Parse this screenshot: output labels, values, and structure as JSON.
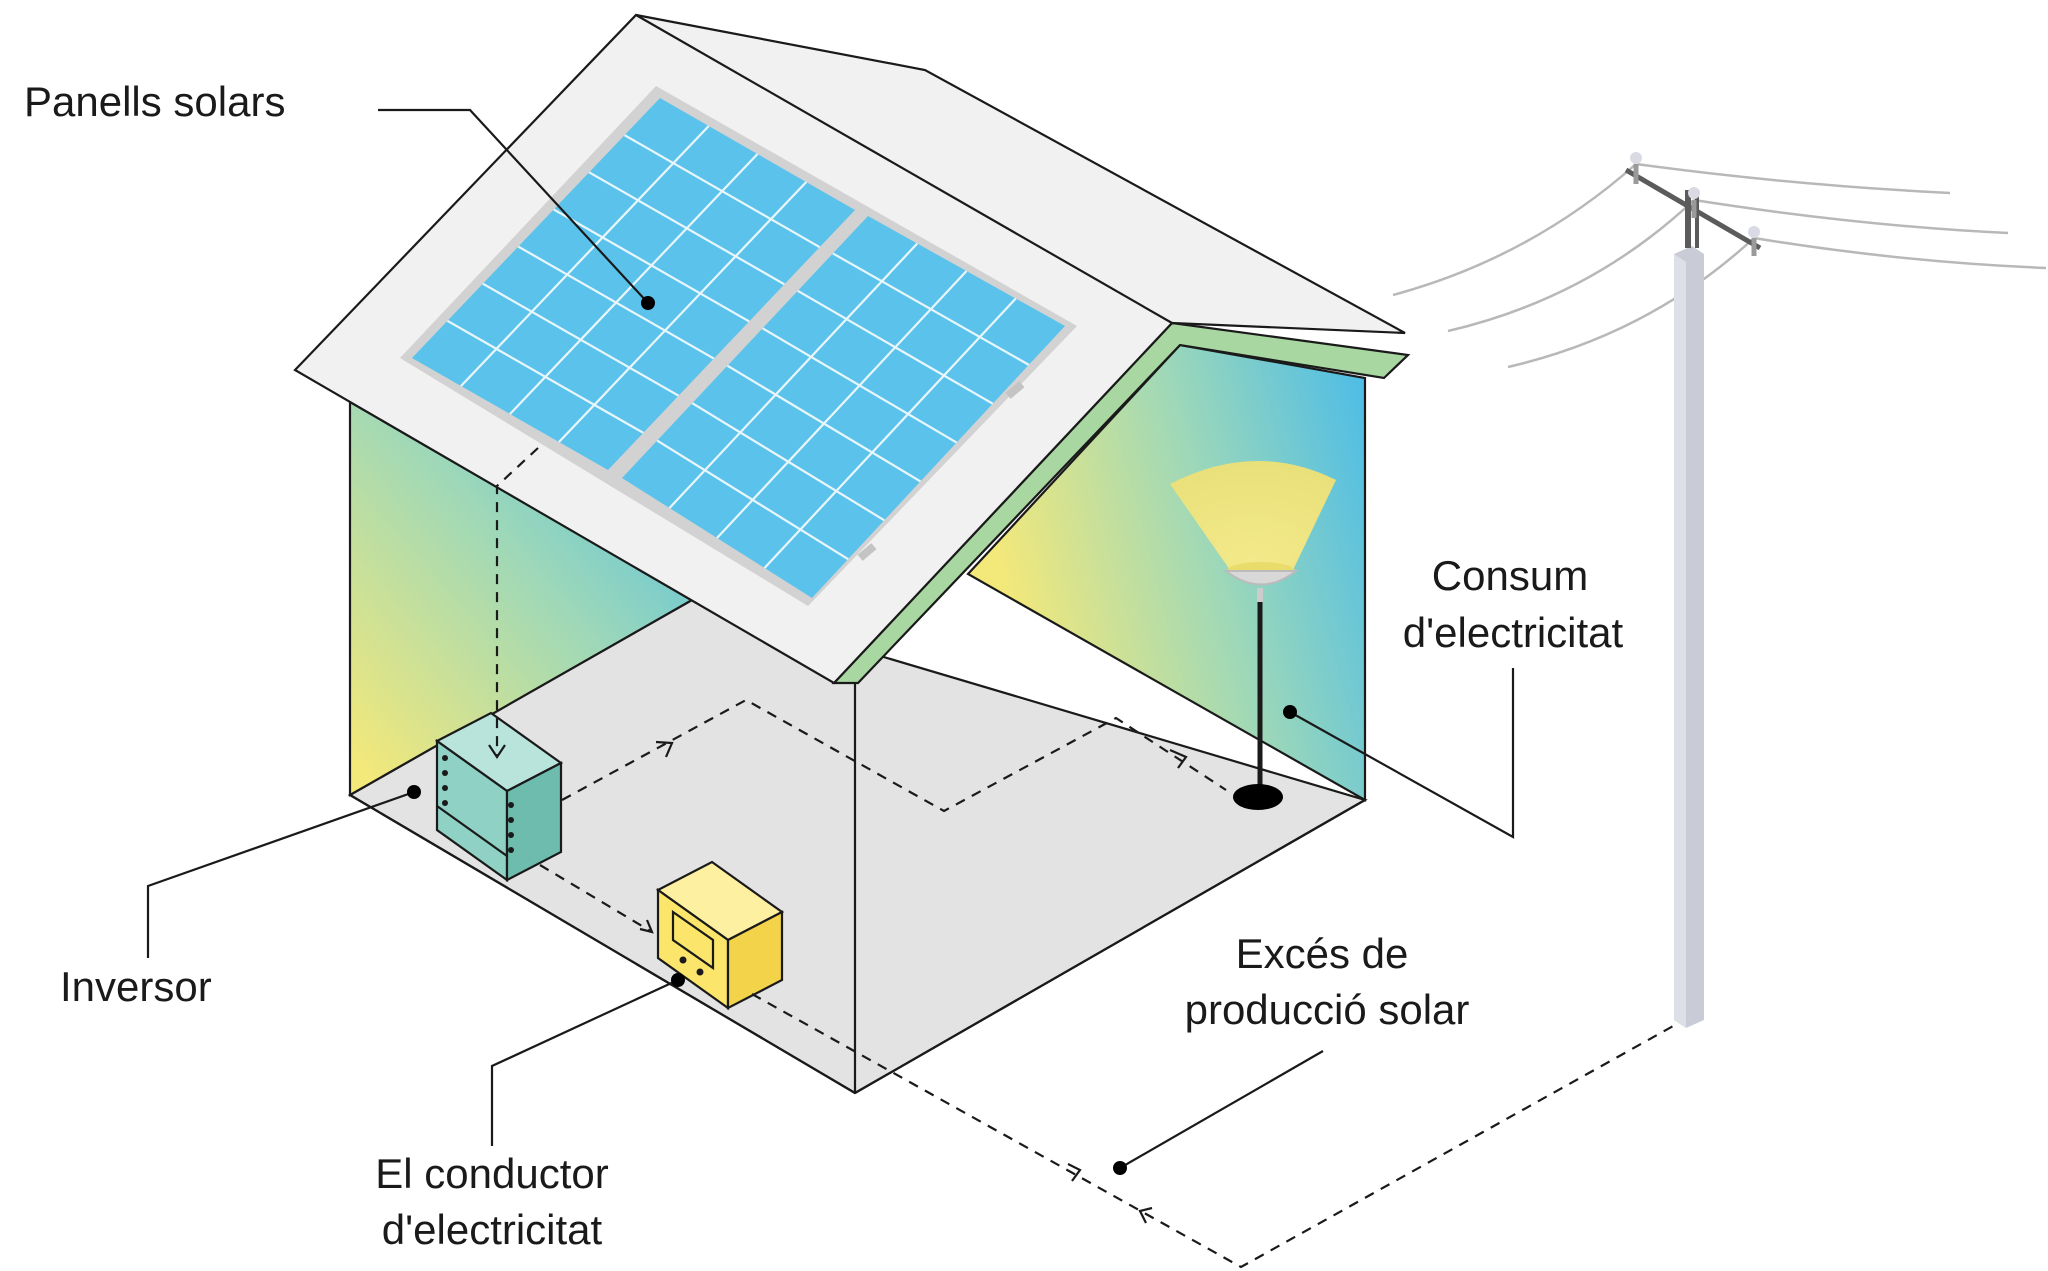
{
  "labels": {
    "panels": "Panells solars",
    "consumption_1": "Consum",
    "consumption_2": "d'electricitat",
    "inverter": "Inversor",
    "excess_1": "Excés de",
    "excess_2": "producció solar",
    "meter_1": "El conductor",
    "meter_2": "d'electricitat"
  },
  "colors": {
    "panel_cell": "#5bc3eb",
    "panel_frame": "#d0d0d0",
    "roof": "#f1f1f1",
    "floor": "#e3e3e3",
    "wall_yellow": "#f3e87a",
    "wall_blue": "#52c0e6",
    "gable_trim": "#a9d7a2",
    "inverter": "#8fd1c4",
    "meter": "#fbe56a",
    "pole": "#c9ccd6",
    "wires": "#b8b8b8"
  },
  "icons": [
    "solar-panel-icon",
    "inverter-box-icon",
    "electric-meter-icon",
    "floor-lamp-icon",
    "utility-pole-icon"
  ]
}
